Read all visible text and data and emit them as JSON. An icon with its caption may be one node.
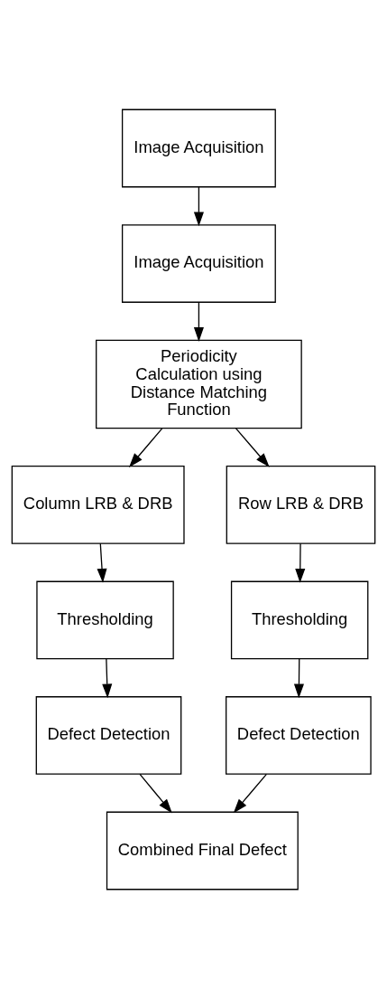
{
  "diagram": {
    "nodes": [
      {
        "text": [
          "Image Acquisition"
        ]
      },
      {
        "text": [
          "Image Acquisition"
        ]
      },
      {
        "text": [
          "Periodicity Calculation using Distance Matching Function"
        ]
      },
      {
        "text": [
          "Column LRB & DRB"
        ]
      },
      {
        "text": [
          "Row LRB & DRB"
        ]
      },
      {
        "text": [
          "Thresholding"
        ]
      },
      {
        "text": [
          "Thresholding"
        ]
      },
      {
        "text": [
          "Defect Detection"
        ]
      },
      {
        "text": [
          "Defect Detection"
        ]
      },
      {
        "text": [
          "Combined Final Defect"
        ]
      }
    ],
    "edges": [
      {
        "from": 0,
        "to": 1,
        "arrow": "to"
      },
      {
        "from": 1,
        "to": 2,
        "arrow": "to"
      },
      {
        "from": 2,
        "to": 3,
        "arrow": "to"
      },
      {
        "from": 2,
        "to": 4,
        "arrow": "to"
      },
      {
        "from": 3,
        "to": 5,
        "arrow": "to"
      },
      {
        "from": 4,
        "to": 6,
        "arrow": "to"
      },
      {
        "from": 5,
        "to": 7,
        "arrow": "to"
      },
      {
        "from": 6,
        "to": 8,
        "arrow": "to"
      },
      {
        "from": 7,
        "to": 9,
        "arrow": "to"
      },
      {
        "from": 8,
        "to": 9,
        "arrow": "to"
      }
    ]
  }
}
